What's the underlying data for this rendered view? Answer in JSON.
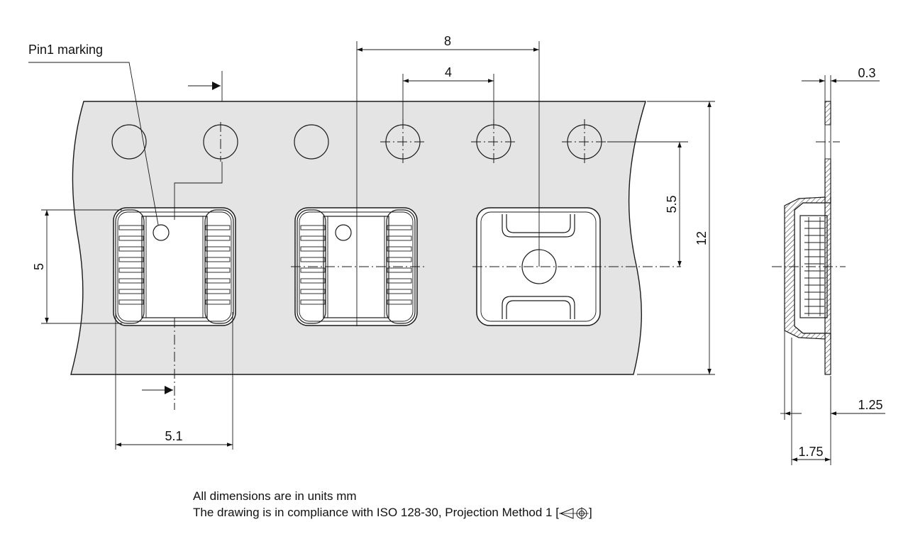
{
  "labels": {
    "pin1": "Pin1 marking"
  },
  "dimensions": {
    "pitch_sprocket": "8",
    "pitch_pocket": "4",
    "sprocket_to_center": "5.5",
    "tape_width": "12",
    "pocket_height": "5",
    "pocket_width": "5.1",
    "tape_thickness": "0.3",
    "pocket_depth": "1.25",
    "sprocket_edge": "1.75"
  },
  "notes": {
    "units": "All dimensions are in units mm",
    "compliance_prefix": "The drawing is in compliance with ISO 128-30, Projection Method 1 [",
    "compliance_suffix": "]"
  }
}
